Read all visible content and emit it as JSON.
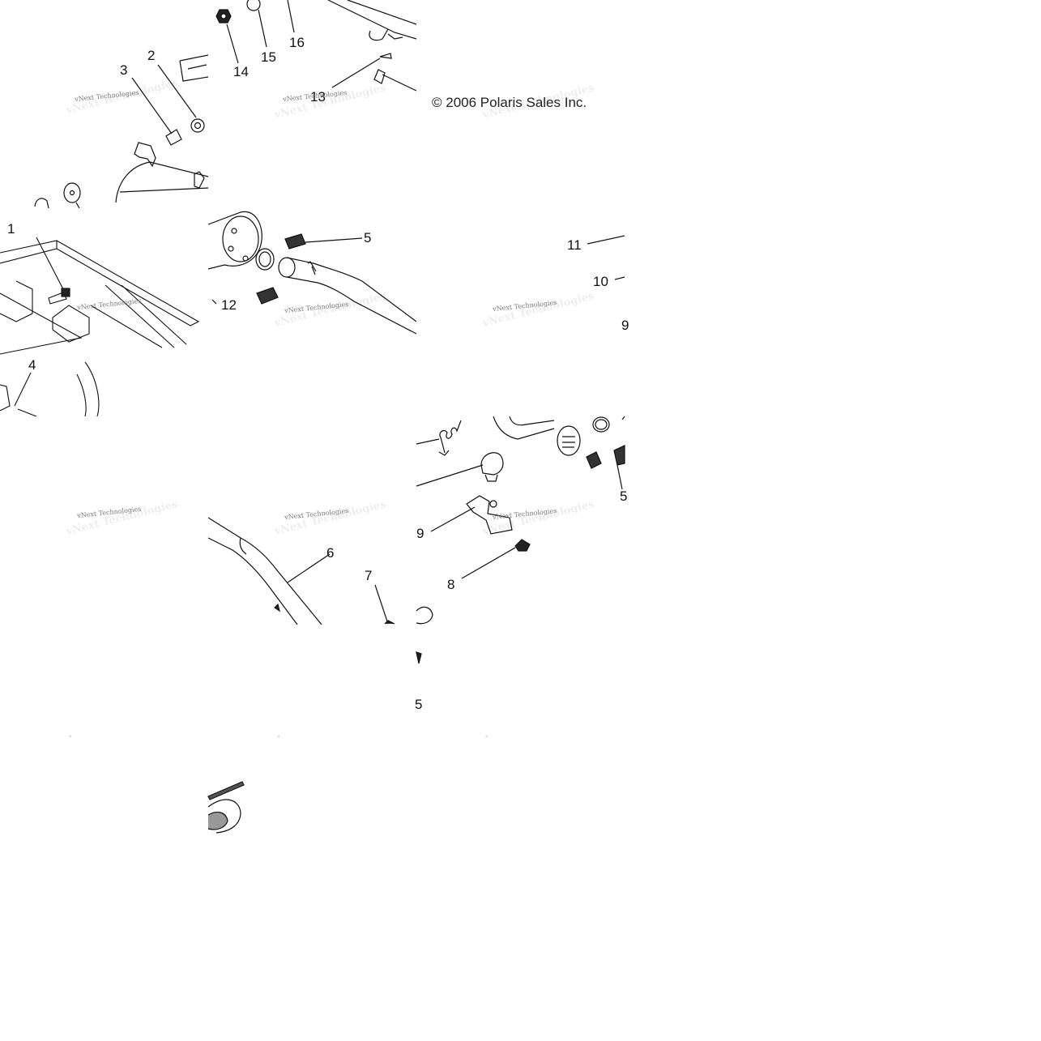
{
  "diagram": {
    "copyright": "© 2006 Polaris Sales Inc.",
    "watermark": "vNext Technologies",
    "callouts": {
      "c1": "1",
      "c2": "2",
      "c3": "3",
      "c4": "4",
      "c5a": "5",
      "c5b": "5",
      "c5c": "5",
      "c6": "6",
      "c7": "7",
      "c8": "8",
      "c9": "9",
      "c9b": "9",
      "c10": "10",
      "c11": "11",
      "c12": "12",
      "c13": "13",
      "c14": "14",
      "c15": "15",
      "c16": "16"
    }
  }
}
